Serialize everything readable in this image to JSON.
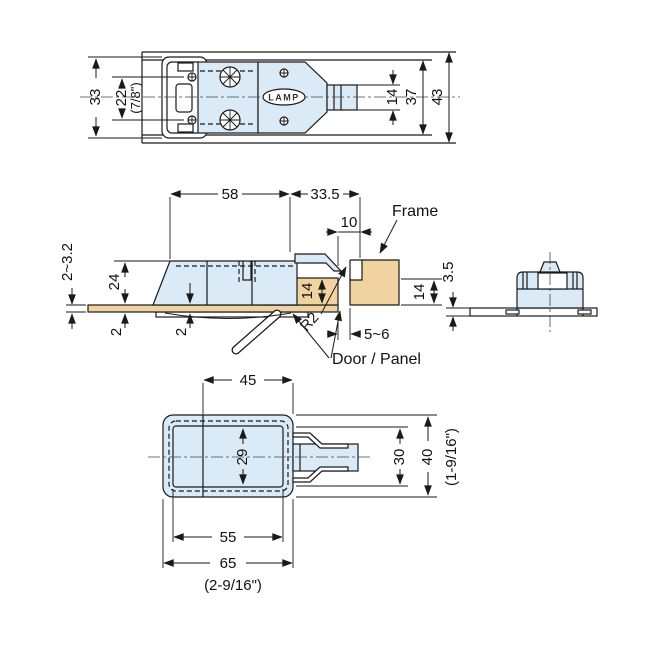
{
  "drawing": {
    "brand_logo": "LAMP",
    "colors": {
      "part_fill": "#daeaf7",
      "wood_fill": "#f1d3a1",
      "line": "#1a1a1a",
      "background": "#ffffff"
    },
    "top_view": {
      "d33": "33",
      "d22": "22",
      "d22_inch": "(7/8\")",
      "d14": "14",
      "d37": "37",
      "d43": "43"
    },
    "section_view": {
      "d58": "58",
      "d33_5": "33.5",
      "d10": "10",
      "frame_label": "Frame",
      "d2_3_2": "2~3.2",
      "d24": "24",
      "d2_left": "2",
      "d2_mid": "2",
      "d14_door": "14",
      "r2": "R2",
      "d5_6": "5~6",
      "door_panel_label": "Door / Panel",
      "d14_frame": "14"
    },
    "side_view": {
      "d3_5": "3.5"
    },
    "bottom_view": {
      "d45": "45",
      "d29": "29",
      "d30": "30",
      "d40": "40",
      "d40_inch": "(1-9/16\")",
      "d55": "55",
      "d65": "65",
      "d65_inch": "(2-9/16\")"
    }
  }
}
